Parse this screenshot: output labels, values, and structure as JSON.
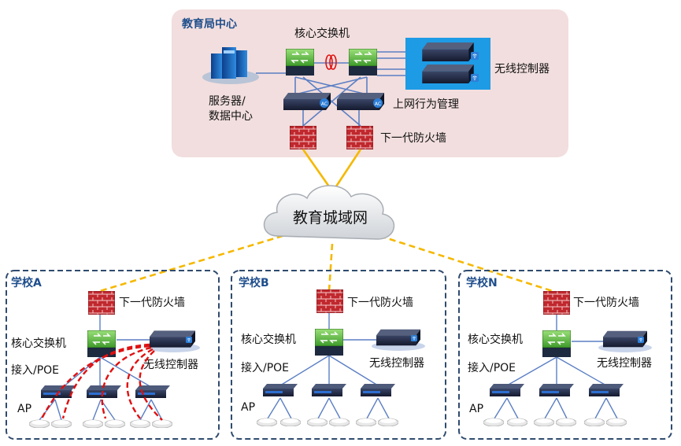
{
  "center": {
    "title": "教育局中心",
    "core_switch": "核心交换机",
    "servers": [
      "服务器/",
      "数据中心"
    ],
    "wireless_controller": "无线控制器",
    "behavior_mgmt": "上网行为管理",
    "firewall": "下一代防火墙",
    "ac_badge": "AC"
  },
  "cloud": {
    "label": "教育城域网"
  },
  "schools": [
    {
      "title": "学校A",
      "firewall": "下一代防火墙",
      "core_switch": "核心交换机",
      "access": "接入/POE",
      "controller": "无线控制器",
      "ap": "AP"
    },
    {
      "title": "学校B",
      "firewall": "下一代防火墙",
      "core_switch": "核心交换机",
      "access": "接入/POE",
      "controller": "无线控制器",
      "ap": "AP"
    },
    {
      "title": "学校N",
      "firewall": "下一代防火墙",
      "core_switch": "核心交换机",
      "access": "接入/POE",
      "controller": "无线控制器",
      "ap": "AP"
    }
  ],
  "colors": {
    "center_bg": "#f2dede",
    "school_border": "#2f4b6e",
    "link_yellow": "#f5b800",
    "link_blue": "#5b7fc4",
    "wireless_red": "#e01010",
    "firewall_red": "#c0282e",
    "switch_green": "#6cc24a"
  }
}
